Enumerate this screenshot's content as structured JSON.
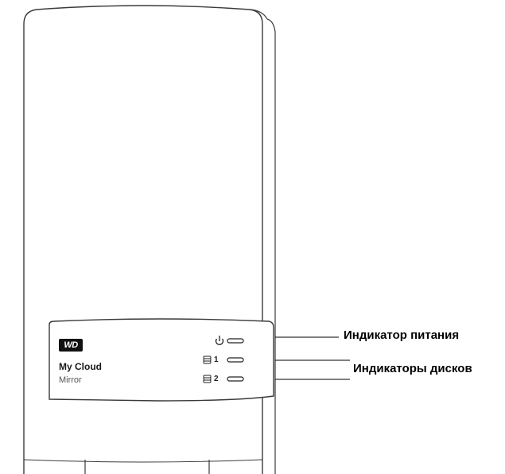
{
  "device": {
    "brand_logo": "WD",
    "model_name": "My Cloud",
    "model_variant": "Mirror"
  },
  "indicators": {
    "power_icon": "power-icon",
    "drive_icon": "drive-stack-icon",
    "drive1_number": "1",
    "drive2_number": "2"
  },
  "callouts": {
    "power_led_label": "Индикатор питания",
    "drive_leds_label": "Индикаторы дисков"
  },
  "colors": {
    "outline": "#3a3a3a",
    "logo_background": "#111111",
    "label_text": "#000000"
  }
}
